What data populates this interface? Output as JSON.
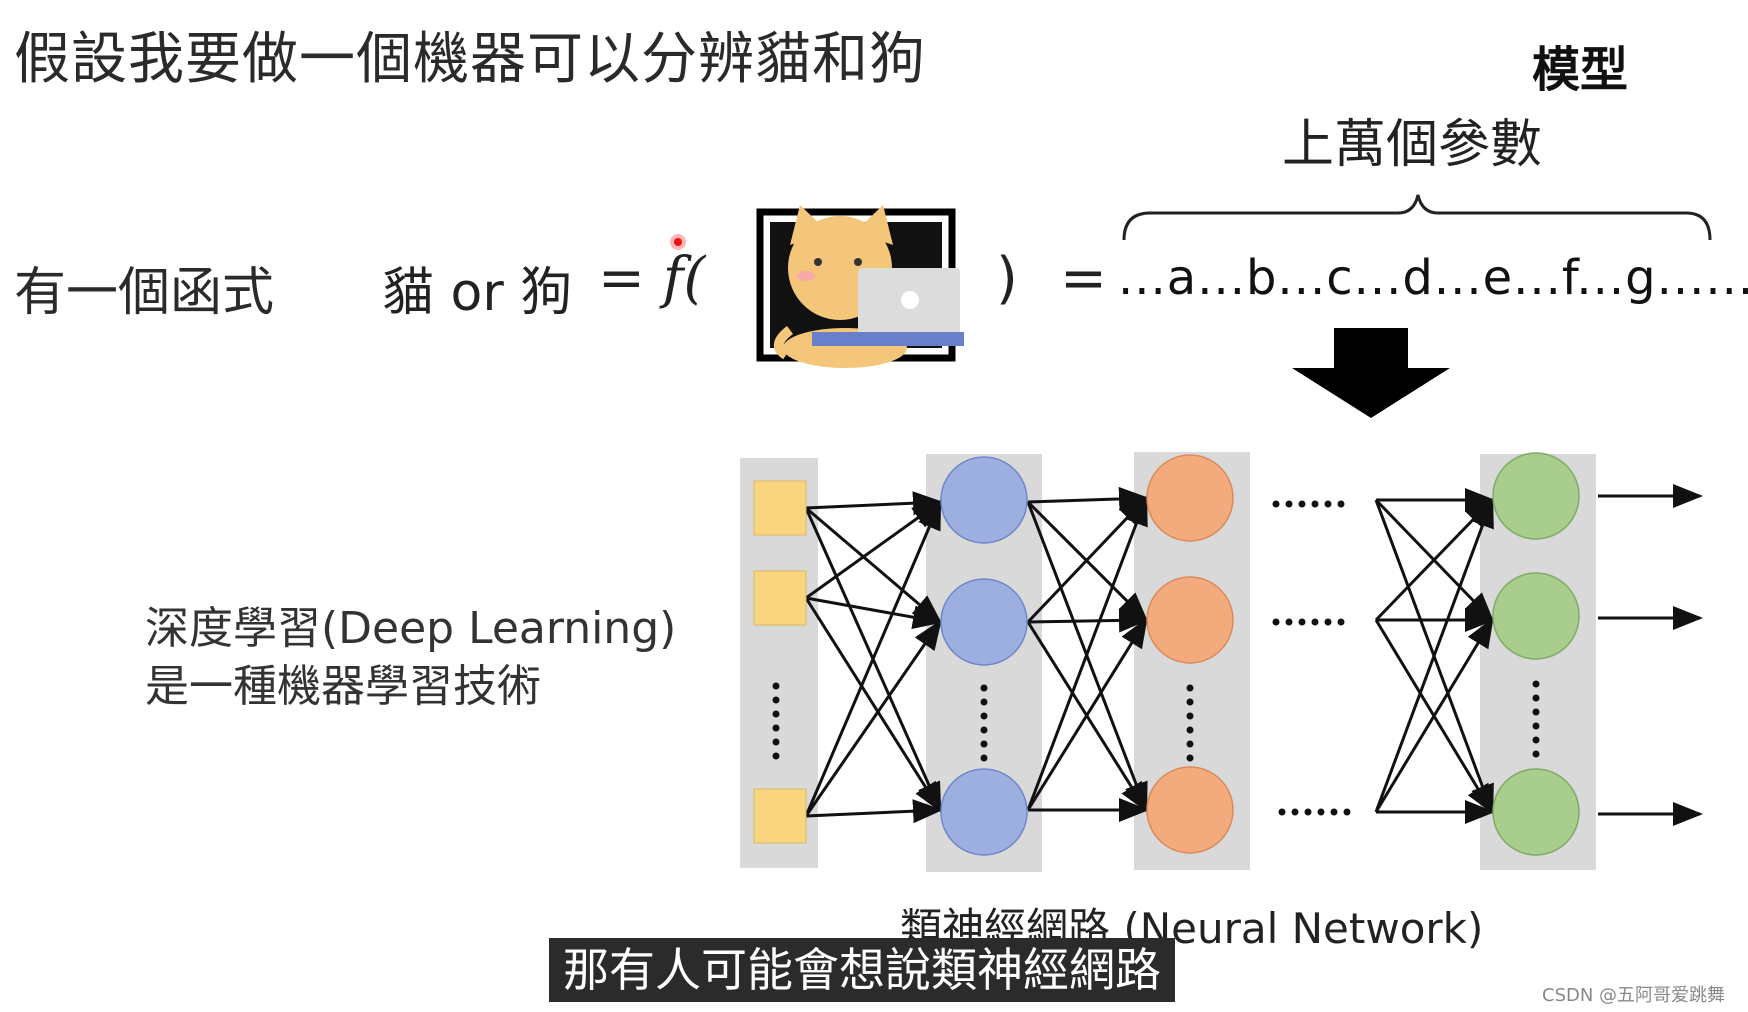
{
  "title": "假設我要做一個機器可以分辨貓和狗",
  "model_label": "模型",
  "params_label": "上萬個參數",
  "function_label": "有一個函式",
  "cat_or_dog": "貓 or 狗",
  "equals_f": "= f(",
  "close_paren": ")",
  "equals2": "=",
  "param_sequence": "...a...b...c...d...e...f...g......",
  "deep_learning_line1": "深度學習(Deep Learning)",
  "deep_learning_line2": "是一種機器學習技術",
  "network_caption": "類神經網路 (Neural Network)",
  "subtitle": "那有人可能會想說類神經網路",
  "watermark": "CSDN @五阿哥爱跳舞",
  "colors": {
    "input_node": "#fad580",
    "layer1_node": "#9daee0",
    "layer2_node": "#f3ab7d",
    "output_node": "#a8cd8d",
    "column_bg": "#d9d9d9"
  }
}
